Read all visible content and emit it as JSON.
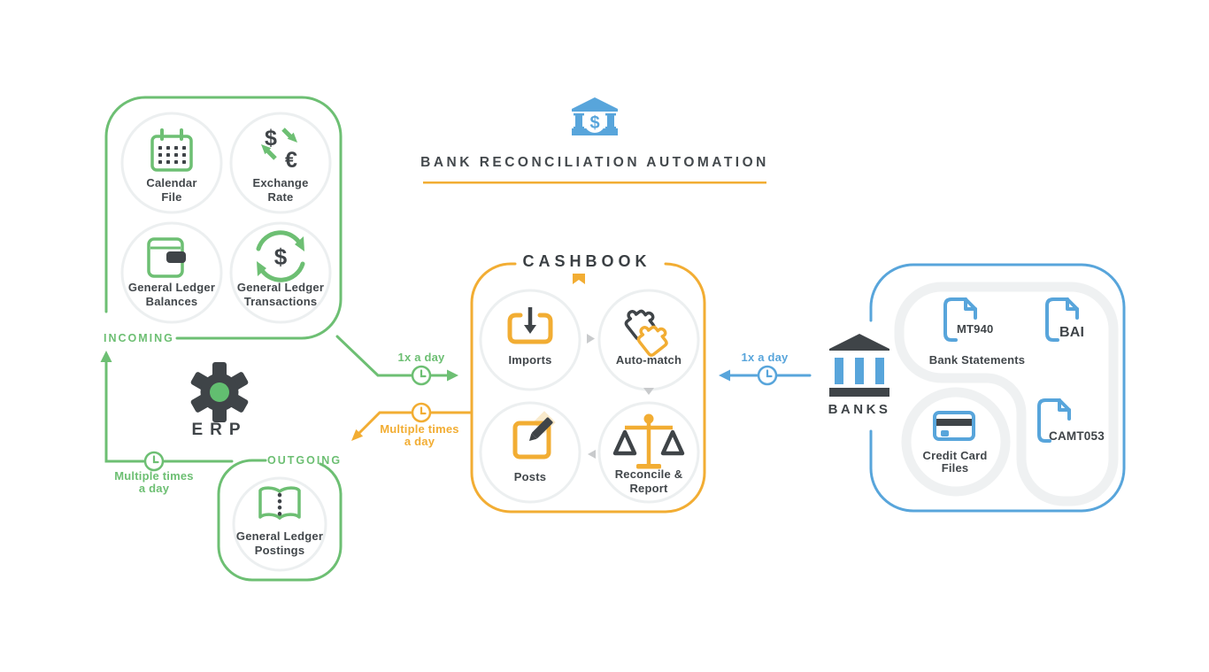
{
  "header": {
    "title": "BANK RECONCILIATION AUTOMATION",
    "logo": "bank-icon",
    "accent_color": "#F2AD33"
  },
  "erp": {
    "label": "ERP",
    "incoming": {
      "label": "INCOMING",
      "items": [
        {
          "label": "Calendar File",
          "icon": "calendar-icon"
        },
        {
          "label": "Exchange Rate",
          "icon": "exchange-rate-icon"
        },
        {
          "label": "General Ledger Balances",
          "icon": "wallet-icon"
        },
        {
          "label": "General Ledger Transactions",
          "icon": "money-cycle-icon"
        }
      ]
    },
    "outgoing": {
      "label": "OUTGOING",
      "items": [
        {
          "label": "General Ledger Postings",
          "icon": "open-book-icon"
        }
      ]
    }
  },
  "cashbook": {
    "title": "CASHBOOK",
    "items": [
      {
        "label": "Imports",
        "icon": "import-tray-icon"
      },
      {
        "label": "Auto-match",
        "icon": "puzzle-pieces-icon"
      },
      {
        "label": "Posts",
        "icon": "pencil-note-icon"
      },
      {
        "label": "Reconcile & Report",
        "icon": "balance-scale-icon"
      }
    ]
  },
  "banks": {
    "label": "BANKS",
    "groups": [
      {
        "label": "Bank Statements",
        "formats": [
          {
            "label": "MT940"
          },
          {
            "label": "BAI"
          }
        ]
      },
      {
        "label": "Credit Card Files",
        "icon": "credit-card-icon"
      },
      {
        "label": "CAMT053",
        "icon": "document-icon"
      }
    ]
  },
  "flows": {
    "incoming_to_cashbook": {
      "label": "1x a day",
      "color": "#6DBF73"
    },
    "cashbook_to_outgoing": {
      "label": "Multiple times a day",
      "color": "#F2AD33"
    },
    "banks_to_cashbook": {
      "label": "1x a day",
      "color": "#58A5DB"
    },
    "outgoing_to_incoming": {
      "label": "Multiple times a day",
      "color": "#6DBF73"
    }
  },
  "glyphs": {
    "dollar": "$",
    "euro": "€"
  },
  "colors": {
    "green": "#6DBF73",
    "yellow": "#F2AD33",
    "blue": "#58A5DB",
    "dark": "#3F4448",
    "ring": "#ECEFF0",
    "flow_triangle": "#C8CACC"
  }
}
